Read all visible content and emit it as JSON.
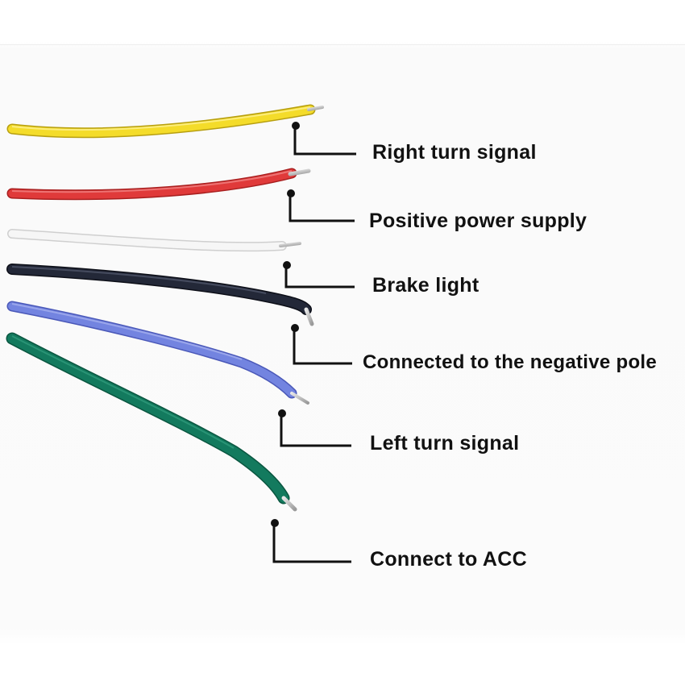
{
  "wires": [
    {
      "id": "yellow",
      "color": "#f4dc2a",
      "label": "Right turn signal"
    },
    {
      "id": "red",
      "color": "#e03a3a",
      "label": "Positive power supply"
    },
    {
      "id": "white",
      "color": "#f2f2f2",
      "label": "Brake light"
    },
    {
      "id": "black",
      "color": "#1e2230",
      "label": "Connected to the negative pole"
    },
    {
      "id": "blue",
      "color": "#6f7fdb",
      "label": "Left turn signal"
    },
    {
      "id": "green",
      "color": "#137a5e",
      "label": "Connect to ACC"
    }
  ]
}
